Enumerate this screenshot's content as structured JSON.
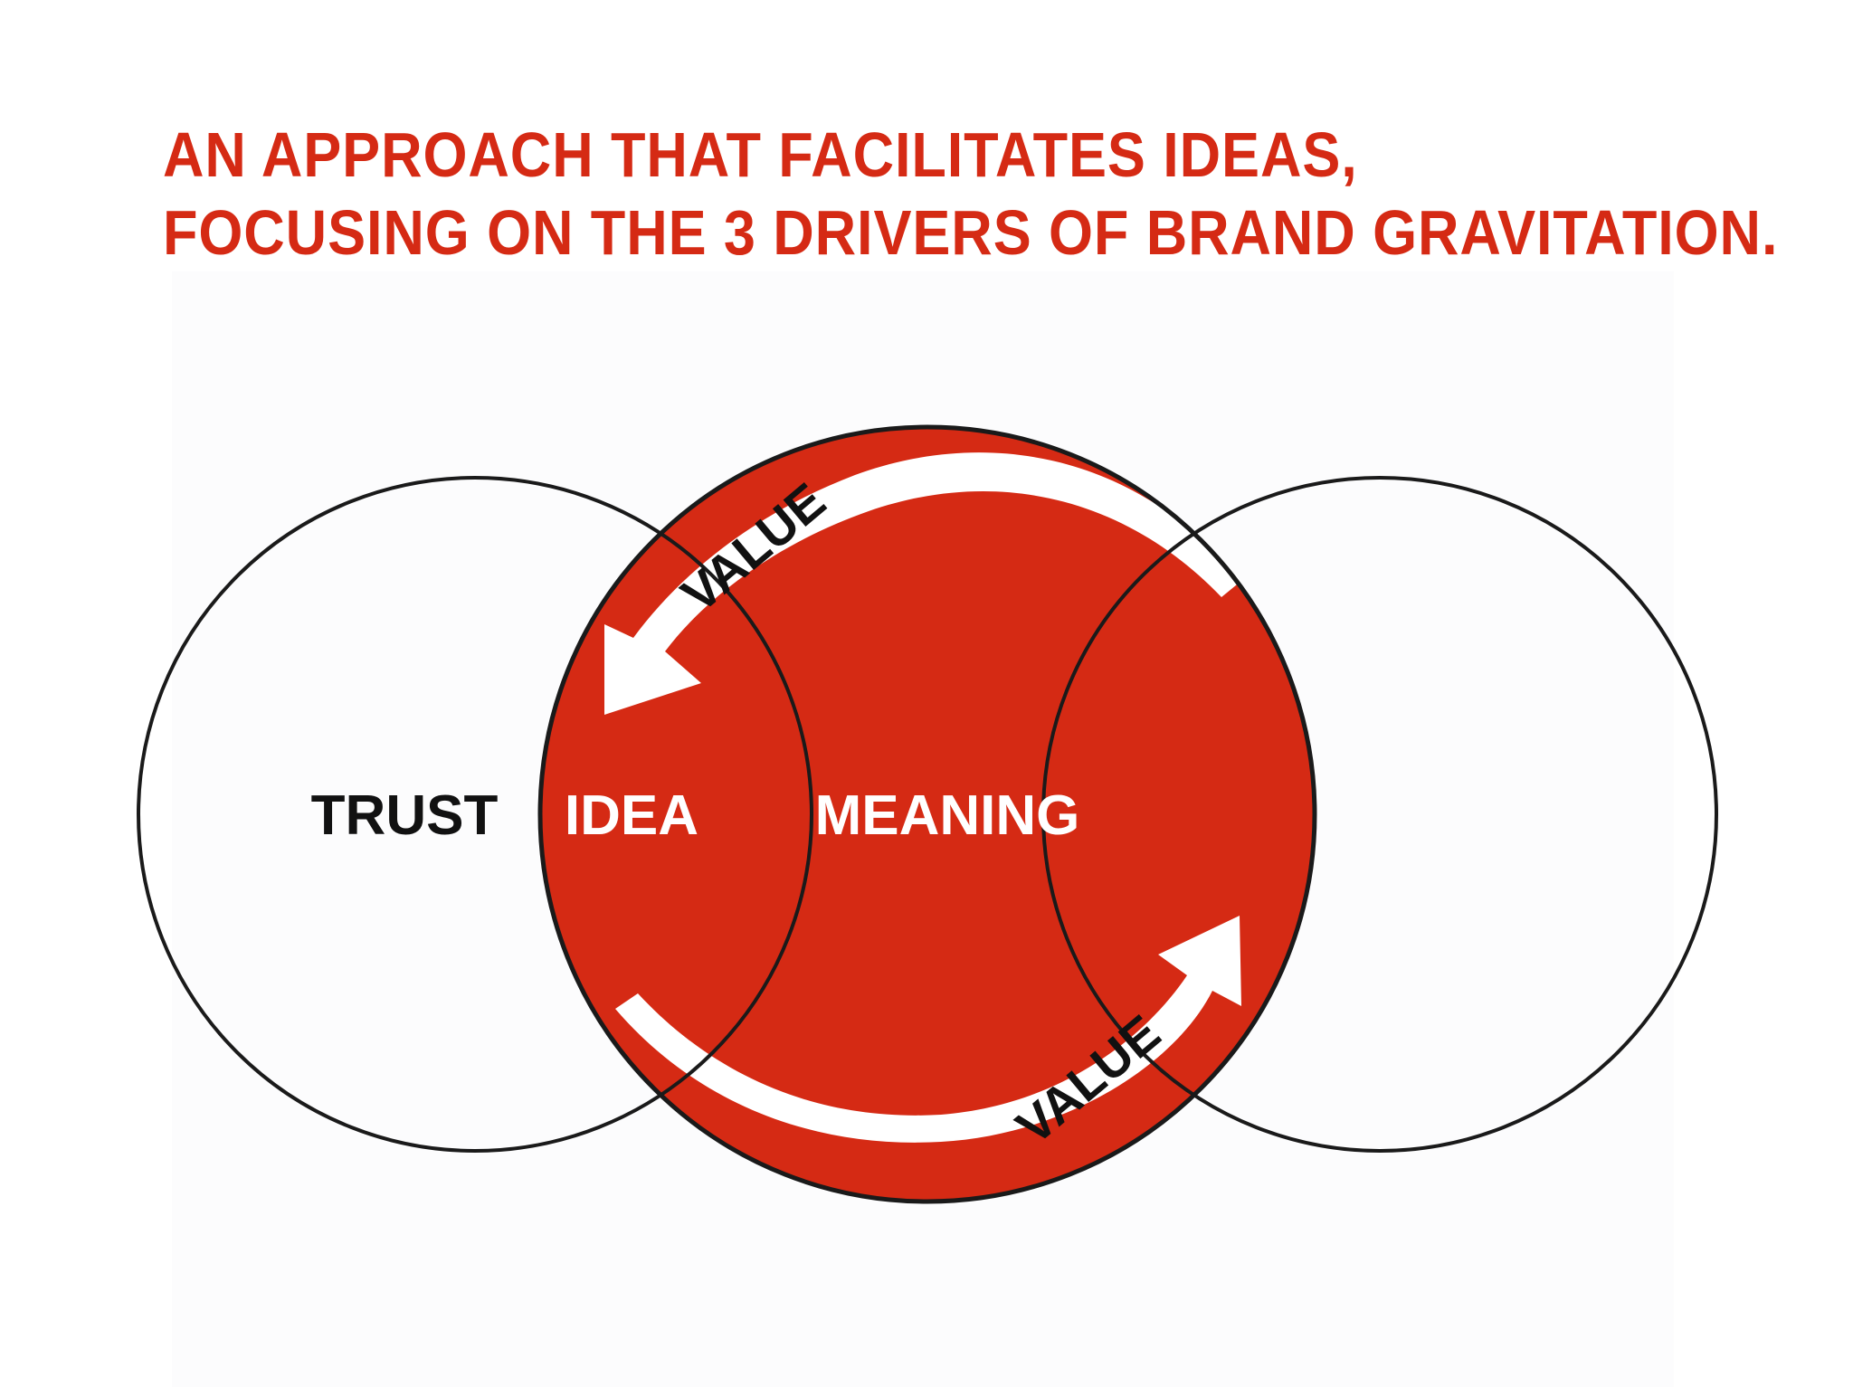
{
  "headline": {
    "line1": "AN APPROACH THAT FACILITATES IDEAS,",
    "line2": "FOCUSING ON THE 3 DRIVERS OF BRAND GRAVITATION."
  },
  "diagram": {
    "left_label": "TRUST",
    "overlap_label": "IDEA",
    "center_label": "MEANING",
    "top_arrow_label": "VALUE",
    "bottom_arrow_label": "VALUE"
  },
  "colors": {
    "accent": "#d52a14",
    "outline": "#1a1a1a",
    "text_dark": "#111111",
    "text_light": "#ffffff"
  }
}
